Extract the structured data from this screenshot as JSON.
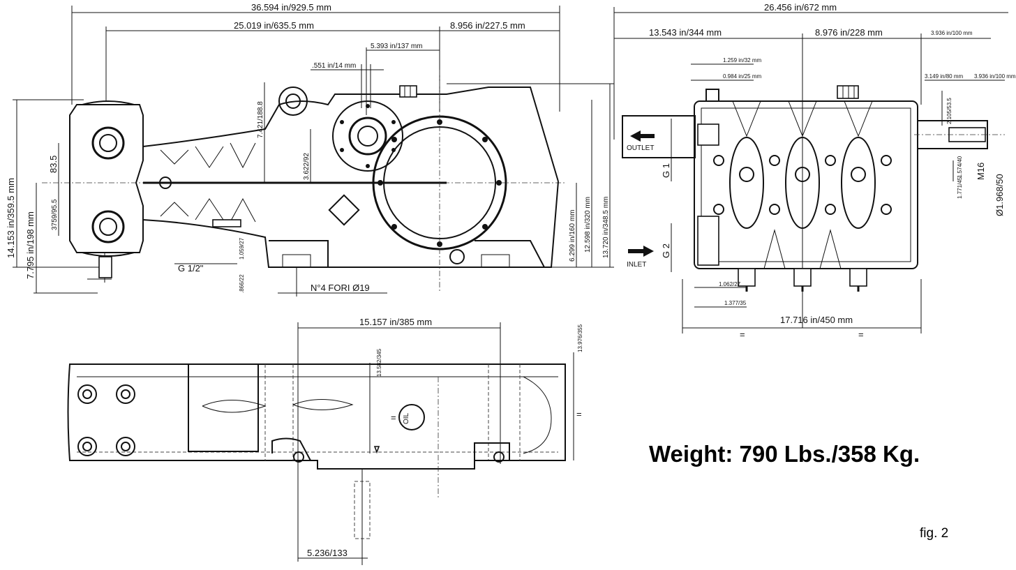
{
  "side_view": {
    "dim_overall_length": "36.594 in/929.5 mm",
    "dim_length_2": "25.019 in/635.5 mm",
    "dim_right_offset": "8.956 in/227.5 mm",
    "dim_5393": "5.393 in/137 mm",
    "dim_551": ".551 in/14 mm",
    "dim_7421": "7.421/188.8",
    "dim_3622": "3.622/92",
    "dim_835": "83.5",
    "dim_3759": "3759/95.5",
    "dim_14153": "14.153 in/359.5 mm",
    "dim_7795": "7.795 in/198 mm",
    "dim_12598": "12.598 in/320 mm",
    "dim_13720": "13.720 in/348.5 mm",
    "dim_6299": "6.299 in/160 mm",
    "label_g12": "G 1/2\"",
    "dim_1059": "1.059/27",
    "dim_866": ".866/22",
    "label_holes": "N°4 FORI Ø19"
  },
  "end_view": {
    "dim_overall": "26.456 in/672 mm",
    "dim_13543": "13.543 in/344 mm",
    "dim_8976": "8.976 in/228 mm",
    "dim_3936_top": "3.936 in/100 mm",
    "dim_1259": "1.259 in/32 mm",
    "dim_0984": "0.984 in/25 mm",
    "dim_3149": "3.149 in/80 mm",
    "dim_3936_right": "3.936 in/100 mm",
    "dim_2105": "2.105/53.5",
    "label_outlet": "OUTLET",
    "label_inlet": "INLET",
    "label_g1": "G 1",
    "label_g2": "G 2",
    "dim_1574": "1.574/40",
    "dim_1771": "1.771/45",
    "label_m16": "M16",
    "dim_1968": "Ø1.968/50",
    "dim_1062": "1.062/27",
    "dim_1377": "1.377/35",
    "dim_17716": "17.716 in/450 mm",
    "eq_left": "=",
    "eq_right": "="
  },
  "top_view": {
    "dim_15157": "15.157 in/385 mm",
    "dim_13582": "13.582/345",
    "dim_13976": "13.976/355",
    "dim_5236": "5.236/133",
    "label_oil": "OIL",
    "eq_1": "=",
    "eq_2": "="
  },
  "weight": "Weight: 790 Lbs./358 Kg.",
  "figure_label": "fig. 2"
}
